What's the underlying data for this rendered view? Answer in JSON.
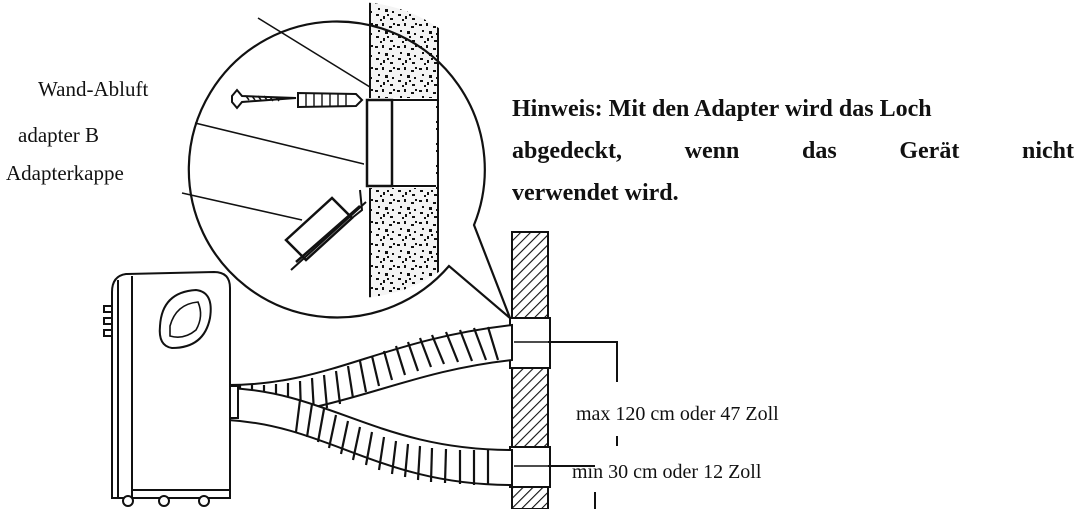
{
  "labels": {
    "wall_exhaust": "Wand-Abluft",
    "adapter_b": "adapter B",
    "adapter_cap": "Adapterkappe"
  },
  "note": {
    "line1": "Hinweis: Mit den Adapter wird das Loch",
    "line2": "abgedeckt, wenn das Gerät nicht",
    "line3": "verwendet wird."
  },
  "dimensions": {
    "max": "max 120 cm oder 47 Zoll",
    "min": "min 30 cm oder 12 Zoll"
  }
}
